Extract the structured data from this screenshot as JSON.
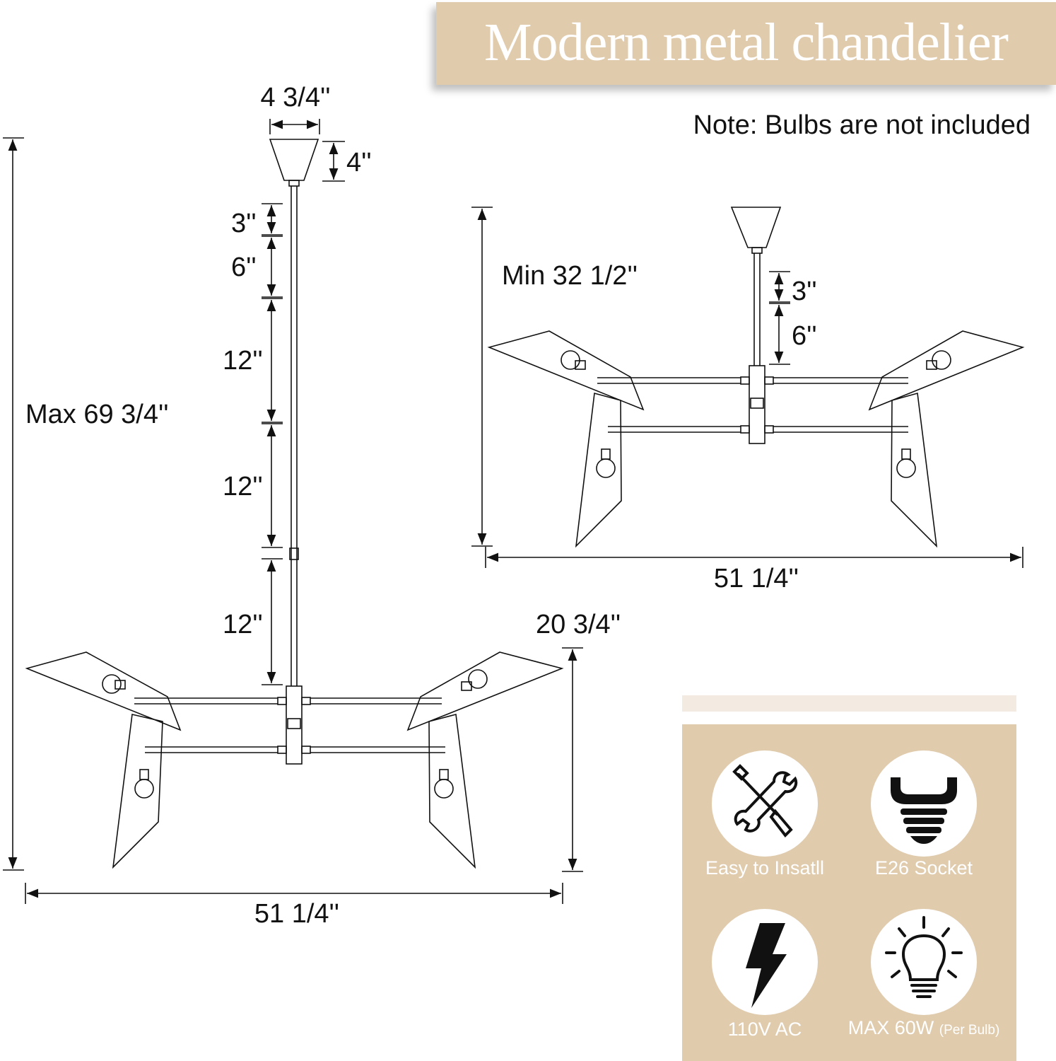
{
  "title": "Modern metal chandelier",
  "note": "Note: Bulbs are not included",
  "left_view": {
    "canopy_width": "4 3/4''",
    "canopy_height": "4''",
    "rod_segments": [
      "3''",
      "6''",
      "12''",
      "12''",
      "12''"
    ],
    "max_height": "Max 69 3/4''",
    "body_height": "20 3/4''",
    "width": "51 1/4''"
  },
  "right_view": {
    "min_height": "Min 32 1/2''",
    "rod_segments": [
      "3''",
      "6''"
    ],
    "width": "51 1/4''"
  },
  "features": [
    {
      "label": "Easy to Insatll",
      "icon": "tools-icon"
    },
    {
      "label": "E26 Socket",
      "icon": "socket-icon"
    },
    {
      "label": "110V AC",
      "icon": "lightning-icon"
    },
    {
      "label": "MAX 60W",
      "sub": "(Per Bulb)",
      "icon": "bulb-icon"
    }
  ]
}
